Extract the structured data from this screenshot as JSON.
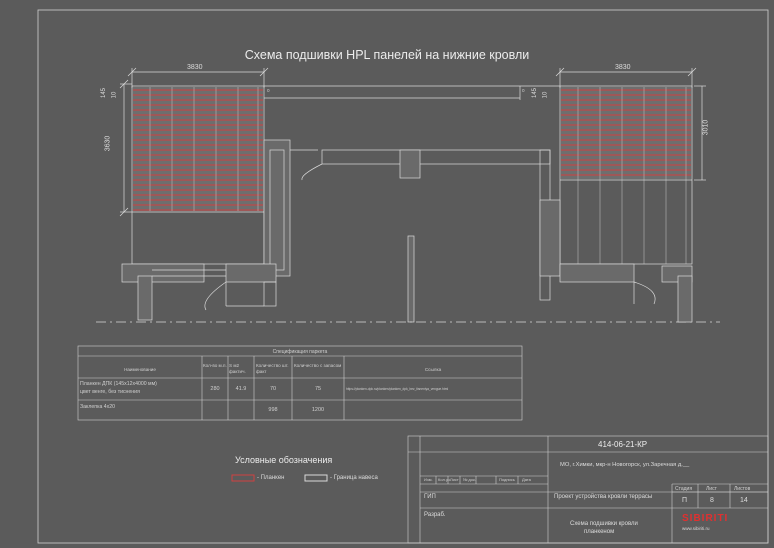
{
  "title": "Схема подшивки  HPL панелей на нижние кровли",
  "dimensions": {
    "left_width": "3830",
    "right_width": "3830",
    "left_height": "3630",
    "right_height": "3010",
    "left_small_a": "145",
    "left_small_b": "10",
    "right_small_a": "145",
    "right_small_b": "10",
    "mark_a": "0",
    "mark_b": "0"
  },
  "spec": {
    "caption": "Спецификация паркета",
    "headers": [
      "Наименование",
      "Кол-во м.п.",
      "S м2 фактич.",
      "Количество шт. факт",
      "Количество с запасом",
      "Ссылка"
    ],
    "rows": [
      {
        "name_l1": "Планкен ДПК (145х12х4000 мм)",
        "name_l2": "цвет венге, без тиснения",
        "qty": "280",
        "area": "41.9",
        "pcs": "70",
        "reserve": "75",
        "link": "https://planken-dpk.ru/planken/planken_dpk_bez_tisneniya_vengue.html"
      },
      {
        "name_l1": "Заклепка 4х20",
        "name_l2": "",
        "qty": "",
        "area": "",
        "pcs": "998",
        "reserve": "1200",
        "link": ""
      }
    ]
  },
  "legend": {
    "title": "Условные обозначения",
    "items": [
      {
        "label": "- Планкен",
        "color": "#d04040"
      },
      {
        "label": "- Граница навеса",
        "color": "#d8d8d8"
      }
    ]
  },
  "stamp": {
    "code": "414-06-21-КР",
    "address": "МО, г.Химки, мкр-н Новогорск, ул.Заречная д.__",
    "col_headers": [
      "Изм.",
      "Кол.уч",
      "Лист",
      "№ док.",
      "Подпись",
      "Дата"
    ],
    "roles": [
      "ГИП",
      "Разраб."
    ],
    "project": "Проект устройства кровли террасы",
    "sheet_title_l1": "Схема подшивки кровли",
    "sheet_title_l2": "планкеном",
    "stage_label": "Стадия",
    "sheet_label": "Лист",
    "sheets_label": "Листов",
    "stage": "П",
    "sheet": "8",
    "sheets": "14",
    "company": "SIBIRITI",
    "company_site": "www.sibiriti.ru"
  }
}
